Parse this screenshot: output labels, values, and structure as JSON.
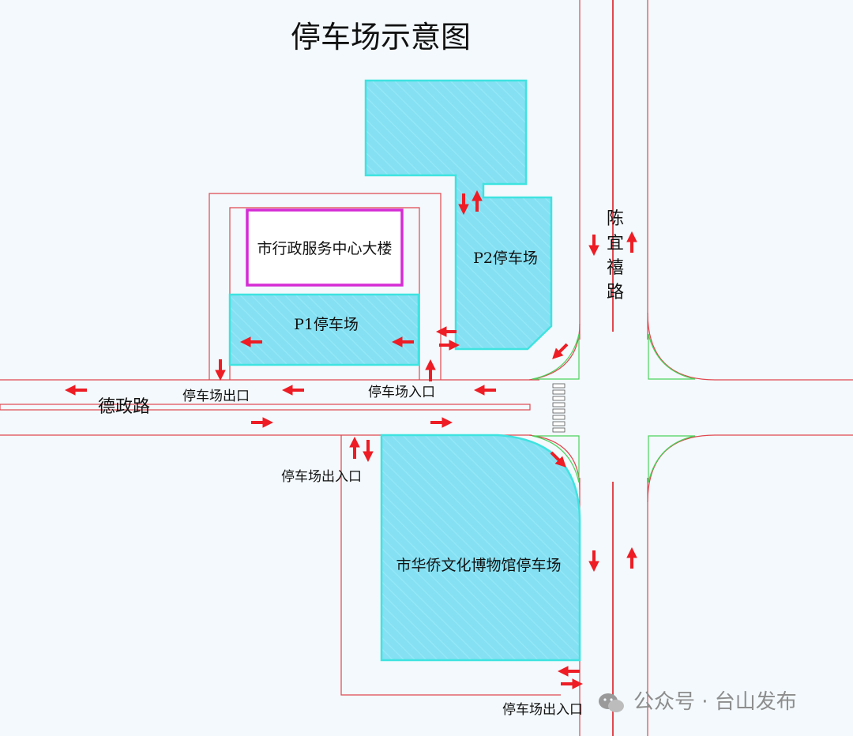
{
  "title": "停车场示意图",
  "roads": {
    "horizontal": "德政路",
    "vertical": "陈宜禧路"
  },
  "buildings": {
    "admin_center": "市行政服务中心大楼"
  },
  "parking": {
    "p1": "P1停车场",
    "p2": "P2停车场",
    "museum": "市华侨文化博物馆停车场"
  },
  "labels": {
    "p1_exit": "停车场出口",
    "p1_entrance": "停车场入口",
    "museum_gate_north": "停车场出入口",
    "museum_gate_south": "停车场出入口"
  },
  "watermark": "公众号 · 台山发布",
  "colors": {
    "background": "#f3f9fc",
    "parking_fill": "#84e0f2",
    "parking_border": "#3fe3e0",
    "road_edge": "#e0474f",
    "island": "#4cd35c",
    "building_border": "#d52bd5",
    "arrow": "#ee1c24"
  }
}
